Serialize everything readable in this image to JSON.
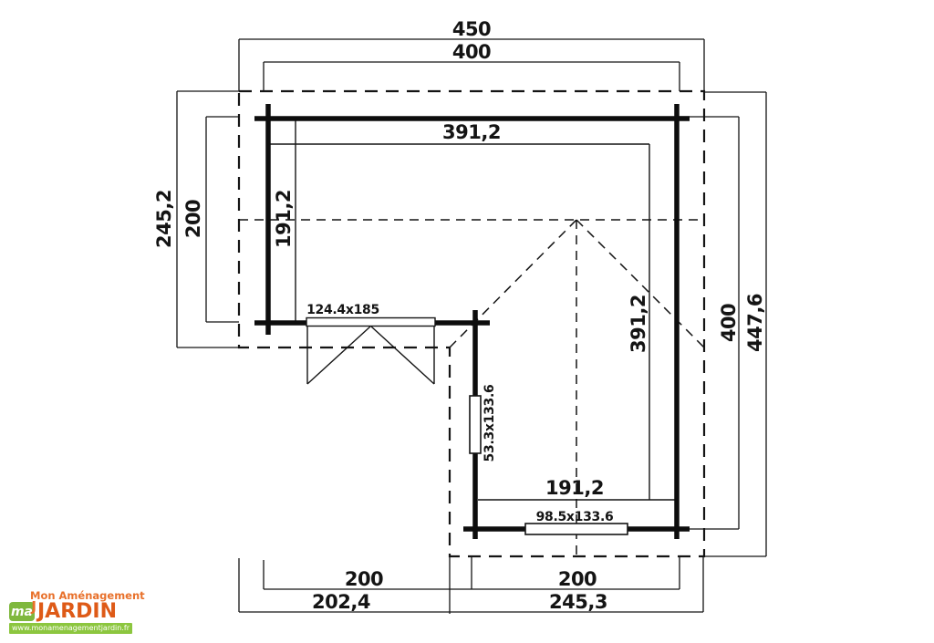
{
  "plan": {
    "type": "floor-plan",
    "units": "cm",
    "labels": {
      "overall_width_top": "450",
      "wall_width_top": "400",
      "inner_width_top": "391,2",
      "left_overall_depth": "245,2",
      "left_wall_depth": "200",
      "inner_depth_left": "191,2",
      "door_size": "124.4x185",
      "window_left_size": "53.3x133.6",
      "inner_length_right_wing": "391,2",
      "right_wall_height": "400",
      "right_overall_height": "447,6",
      "inner_width_bottom": "191,2",
      "window_bottom_size": "98.5x133.6",
      "bottom_wall_left": "200",
      "bottom_wall_right": "200",
      "bottom_roof_left": "202,4",
      "bottom_roof_right": "245,3"
    },
    "colors": {
      "line": "#141414",
      "background": "#ffffff"
    }
  },
  "logo": {
    "tagline": "Mon Aménagement",
    "name": "JARDIN",
    "monogram": "ma",
    "monogram_accent": "J",
    "website": "www.monamenagementjardin.fr",
    "colors": {
      "green": "#7FB83E",
      "green_light": "#8CC63F",
      "orange": "#E8702A",
      "orange_dark": "#DE5A17"
    }
  }
}
